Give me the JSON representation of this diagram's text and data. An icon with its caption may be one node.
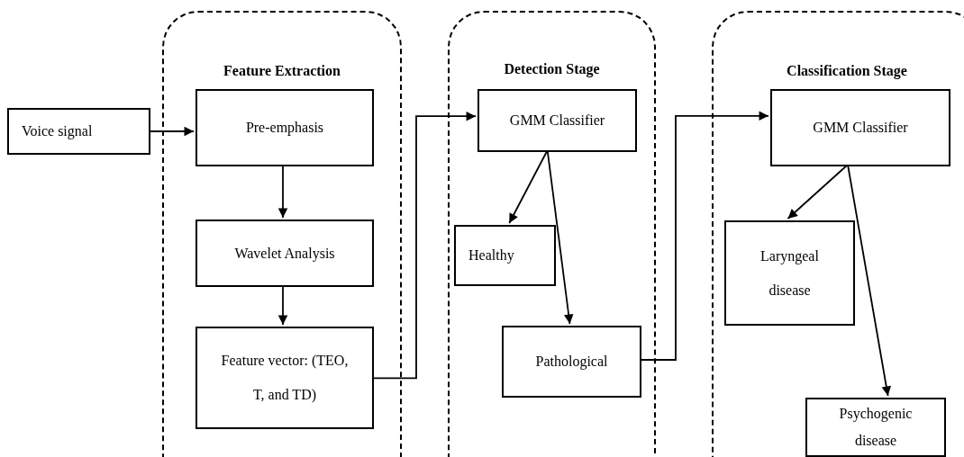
{
  "diagram": {
    "nodes": [
      {
        "text": [
          "Feature Extraction"
        ]
      },
      {
        "text": [
          "Pre-emphasis"
        ],
        "in": 0
      },
      {
        "text": [
          "Wavelet Analysis"
        ],
        "in": 0
      },
      {
        "text": [
          "Feature vector: (TEO, T, and TD)"
        ],
        "in": 0
      },
      {
        "text": [
          "Voice signal"
        ]
      },
      {
        "text": [
          "Detection Stage"
        ]
      },
      {
        "text": [
          "GMM Classifier"
        ],
        "in": 5
      },
      {
        "text": [
          "Healthy"
        ],
        "in": 5
      },
      {
        "text": [
          "Pathological"
        ],
        "in": 5
      },
      {
        "text": [
          "Classification Stage"
        ]
      },
      {
        "text": [
          "GMM Classifier"
        ],
        "in": 9
      },
      {
        "text": [
          "Laryngeal disease"
        ],
        "in": 9
      },
      {
        "text": [
          "Psychogenic disease"
        ],
        "in": 9
      }
    ],
    "edges": [
      {
        "from": 4,
        "to": 1,
        "arrow": "to"
      },
      {
        "from": 1,
        "to": 2,
        "arrow": "to"
      },
      {
        "from": 2,
        "to": 3,
        "arrow": "to"
      },
      {
        "from": 3,
        "to": 6,
        "arrow": "to"
      },
      {
        "from": 6,
        "to": 7,
        "arrow": "to"
      },
      {
        "from": 6,
        "to": 8,
        "arrow": "to"
      },
      {
        "from": 8,
        "to": 10,
        "arrow": "to"
      },
      {
        "from": 10,
        "to": 11,
        "arrow": "to"
      },
      {
        "from": 10,
        "to": 12,
        "arrow": "to"
      }
    ]
  }
}
